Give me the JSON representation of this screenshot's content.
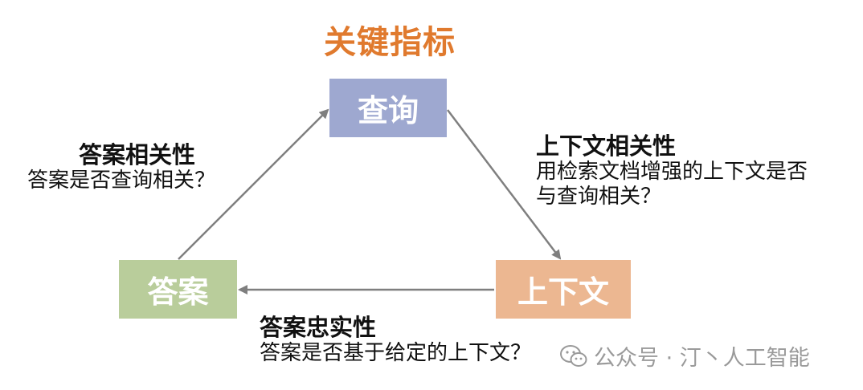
{
  "title": "关键指标",
  "nodes": {
    "query": "查询",
    "context": "上下文",
    "answer": "答案"
  },
  "edges": {
    "answer_relevance": {
      "heading": "答案相关性",
      "desc": "答案是否查询相关？"
    },
    "context_relevance": {
      "heading": "上下文相关性",
      "desc_line1": "用检索文档增强的上下文是否",
      "desc_line2": "与查询相关？"
    },
    "faithfulness": {
      "heading": "答案忠实性",
      "desc": "答案是否基于给定的上下文？"
    }
  },
  "watermark": {
    "icon": "wechat-icon",
    "text": "公众号 · 汀丶人工智能"
  },
  "colors": {
    "title": "#e07a2e",
    "query": "#9ea8d0",
    "context": "#ecb791",
    "answer": "#b9cd9b",
    "arrow": "#7f7f7f"
  }
}
